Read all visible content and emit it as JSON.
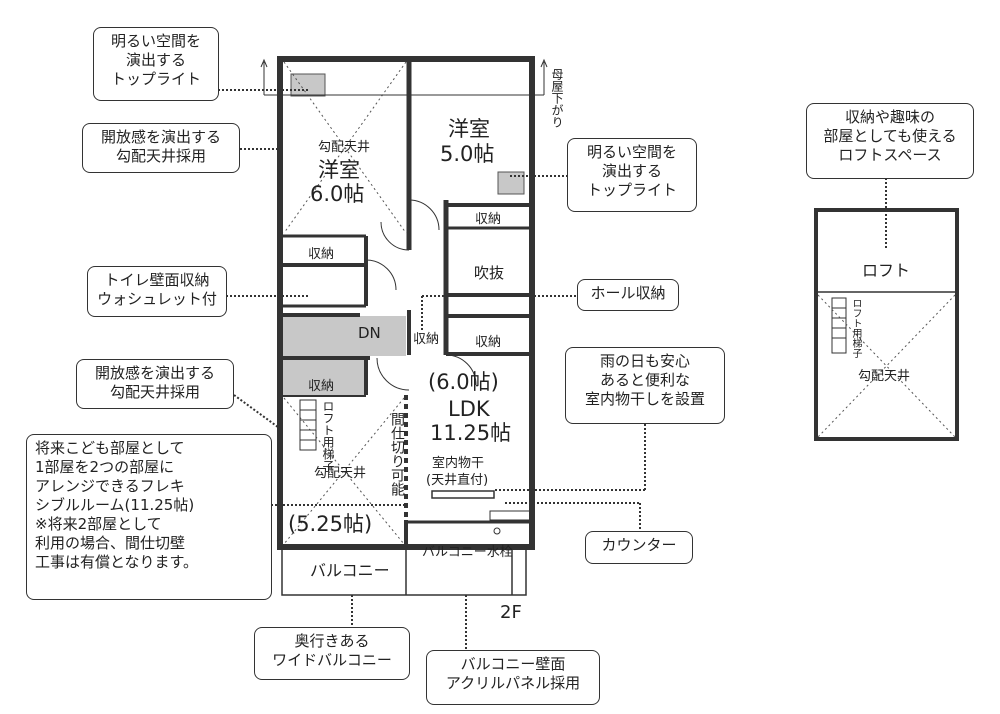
{
  "floor_label": "2F",
  "rooms": {
    "western_room_1_ceiling": "勾配天井",
    "western_room_1_name": "洋室",
    "western_room_1_size": "6.0帖",
    "western_room_2_name": "洋室",
    "western_room_2_size": "5.0帖",
    "storage": "収納",
    "atrium": "吹抜",
    "stairs_dn": "DN",
    "ldk_sub": "(6.0帖)",
    "ldk_name": "LDK",
    "ldk_size": "11.25帖",
    "indoor_drying_1": "室内物干",
    "indoor_drying_2": "(天井直付)",
    "flex_size": "(5.25帖)",
    "flex_ceiling": "勾配天井",
    "loft_ladder": "ロフト用梯子",
    "partition": "間仕切り可能",
    "balcony": "バルコニー",
    "balcony_faucet": "バルコニー水栓",
    "roof_lowering": "母屋下がり"
  },
  "loft": {
    "name": "ロフト",
    "ladder": "ロフト用梯子",
    "ceiling": "勾配天井"
  },
  "callouts": [
    {
      "text": "明るい空間を\n演出する\nトップライト"
    },
    {
      "text": "開放感を演出する\n勾配天井採用"
    },
    {
      "text": "明るい空間を\n演出する\nトップライト"
    },
    {
      "text": "トイレ壁面収納\nウォシュレット付"
    },
    {
      "text": "ホール収納"
    },
    {
      "text": "雨の日も安心\nあると便利な\n室内物干しを設置"
    },
    {
      "text": "開放感を演出する\n勾配天井採用"
    },
    {
      "text": "将来こども部屋として\n1部屋を2つの部屋に\nアレンジできるフレキ\nシブルルーム(11.25帖)\n※将来2部屋として\n利用の場合、間仕切壁\n工事は有償となります。"
    },
    {
      "text": "カウンター"
    },
    {
      "text": "奥行きある\nワイドバルコニー"
    },
    {
      "text": "バルコニー壁面\nアクリルパネル採用"
    },
    {
      "text": "収納や趣味の\n部屋としても使える\nロフトスペース"
    }
  ]
}
